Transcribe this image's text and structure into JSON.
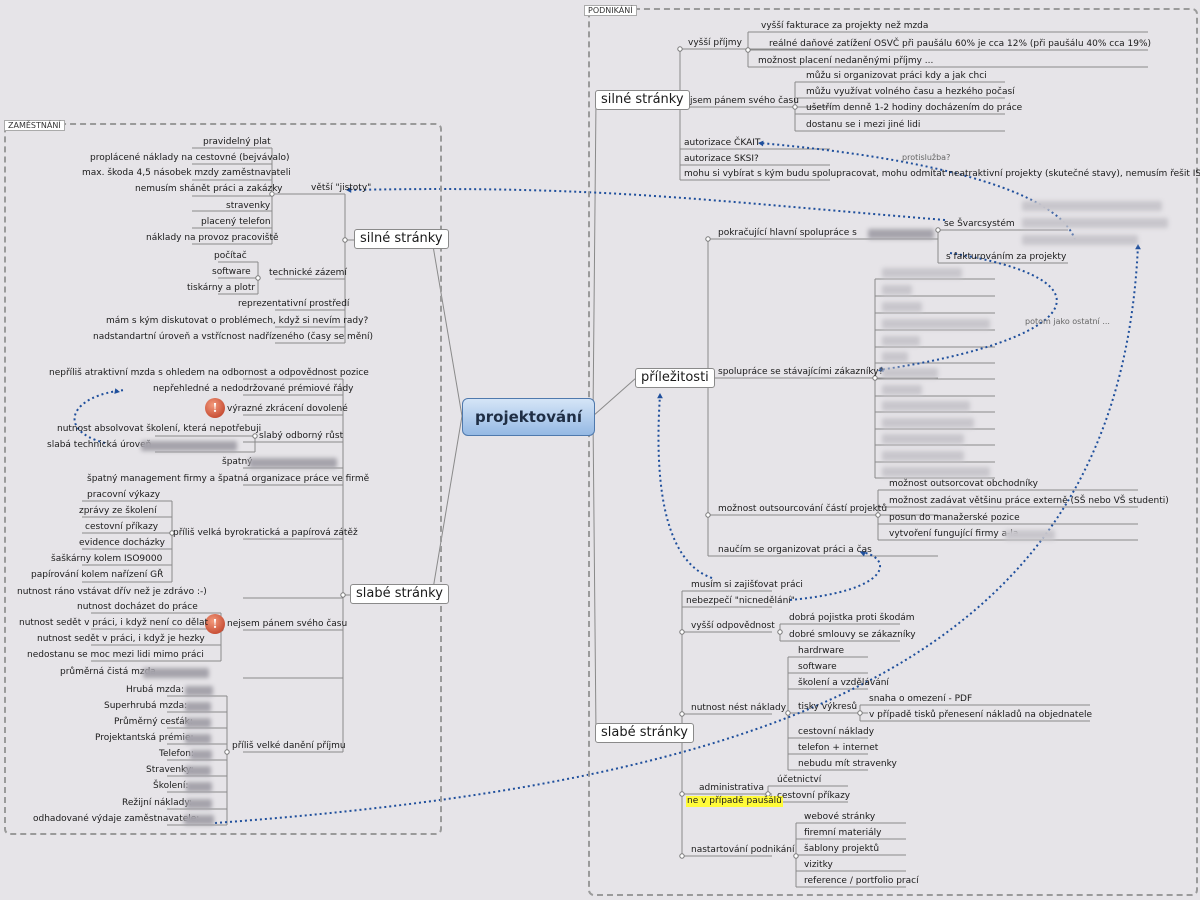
{
  "central": "projektování",
  "zam": {
    "frame_label": "ZAMĚSTNÁNÍ",
    "silne": {
      "label": "silné stránky",
      "jistoty": "větší \"jistoty\"",
      "jistoty_items": [
        "pravidelný plat",
        "proplácené náklady na cestovné (bejvávalo)",
        "max. škoda 4,5 násobek mzdy zaměstnavateli",
        "nemusím shánět práci a zakázky",
        "stravenky",
        "placený telefon",
        "náklady na provoz pracoviště"
      ],
      "technicke": "technické zázemí",
      "technicke_items": [
        "počítač",
        "software",
        "tiskárny a plotr"
      ],
      "other": [
        "reprezentativní prostředí",
        "mám s kým diskutovat o problémech, když si nevím rady?",
        "nadstandartní úroveň a vstřícnost nadřízeného (časy se mění)"
      ]
    },
    "slabe": {
      "label": "slabé stránky",
      "top": [
        "nepříliš atraktivní mzda s ohledem na odbornost a odpovědnost pozice",
        "nepřehledné a nedodržované prémiové řády",
        "výrazné zkrácení dovolené"
      ],
      "rust": "slabý odborný růst",
      "rust_items": [
        "nutnost absolvovat školení, která nepotřebuji",
        "slabá technická úroveň"
      ],
      "spatny": "špatný",
      "management": "špatný management firmy a špatná organizace práce ve firmě",
      "byro": "příliš velká byrokratická a papírová zátěž",
      "byro_items": [
        "pracovní výkazy",
        "zprávy ze školení",
        "cestovní příkazy",
        "evidence docházky",
        "šaškárny kolem ISO9000",
        "papírování kolem nařízení GŘ"
      ],
      "rano": "nutnost ráno vstávat dřív než je zdrávo :-)",
      "pan": "nejsem pánem svého času",
      "pan_items": [
        "nutnost docházet do práce",
        "nutnost sedět v práci, i když není co dělat",
        "nutnost sedět v práci, i když je hezky",
        "nedostanu se moc mezi lidi mimo práci"
      ],
      "prumerna": "průměrná čistá mzda",
      "dane": "příliš velké danění příjmu",
      "dane_items": [
        "Hrubá mzda:",
        "Superhrubá mzda:",
        "Průměrný cesťák:",
        "Projektantská prémie:",
        "Telefon:",
        "Stravenky:",
        "Školení:",
        "Režijní náklady:",
        "odhadované výdaje zaměstnavatele:"
      ]
    }
  },
  "pod": {
    "frame_label": "PODNIKÁNÍ",
    "silne": {
      "label": "silné stránky",
      "prijmy": "vyšší příjmy",
      "prijmy_items": [
        "vyšší fakturace za projekty než mzda",
        "reálné daňové zatížení OSVČ při paušálu 60% je cca 12% (při paušálu 40% cca 19%)",
        "možnost placení nedaněnými příjmy ..."
      ],
      "cas": "jsem pánem svého času",
      "cas_items": [
        "můžu si organizovat práci kdy a jak chci",
        "můžu využívat volného času a hezkého počasí",
        "ušetřím denně 1-2 hodiny docházením do práce",
        "dostanu se i mezi jiné lidi"
      ],
      "other": [
        "autorizace ČKAIT",
        "autorizace SKSI?",
        "mohu si vybírat s kým budu spolupracovat, mohu odmítat neatraktivní projekty (skutečné stavy), nemusím řešit ISO"
      ],
      "note": "protislužba?"
    },
    "prilezitosti": {
      "label": "příležitosti",
      "pokracujici": "pokračující hlavní spolupráce s",
      "s_ucetnim": "se Švarcsystém",
      "s_fakturovanim": "s fakturováním za projekty",
      "spoluprace": "spolupráce se stávajícími zákazníky?",
      "note": "potom jako ostatní ...",
      "outsource": "možnost outsourcování částí projektů",
      "outsource_items": [
        "možnost outsorcovat obchodníky",
        "možnost zadávat většinu práce externě (SŠ nebo VŠ studenti)",
        "posun do manažerské pozice",
        "vytvoření fungující firmy a-la"
      ],
      "naucim": "naučím se organizovat práci a čas"
    },
    "slabe": {
      "label": "slabé stránky",
      "zajistovat": "musím si zajišťovat práci",
      "nebezpeci": "nebezpečí \"nicnedělání\"",
      "odpovednost": "vyšší odpovědnost",
      "odpovednost_items": [
        "dobrá pojistka proti škodám",
        "dobré smlouvy se zákazníky"
      ],
      "naklady": "nutnost nést náklady",
      "naklady_items": [
        "hardrware",
        "software",
        "školení a vzdělávání",
        "tisky výkresů",
        "cestovní náklady",
        "telefon + internet",
        "nebudu mít stravenky"
      ],
      "tisky_items": [
        "snaha o omezení - PDF",
        "v případě tisků přenesení nákladů na objednatele"
      ],
      "admin": "administrativa",
      "admin_note": "ne v případě paušálu",
      "admin_items": [
        "účetnictví",
        "cestovní příkazy"
      ],
      "nastart": "nastartování podnikání",
      "nastart_items": [
        "webové stránky",
        "firemní materiály",
        "šablony projektů",
        "vizitky",
        "reference / portfolio prací"
      ]
    }
  },
  "colors": {
    "link": "#8a8a8a",
    "dash": "#1f4f9c",
    "central_top": "#d5e5f7",
    "central_bottom": "#95b9e4"
  }
}
